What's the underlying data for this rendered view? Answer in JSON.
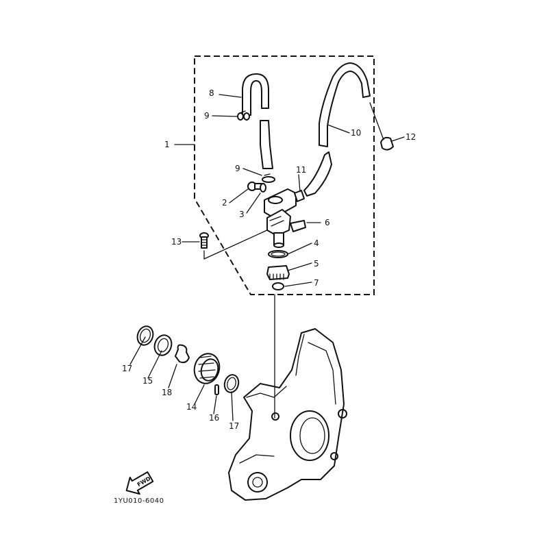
{
  "diagram_code": "1YU010-6040",
  "fwd_label": "FWD",
  "callouts": [
    "1",
    "2",
    "3",
    "4",
    "5",
    "6",
    "7",
    "8",
    "9",
    "9",
    "10",
    "11",
    "12",
    "13",
    "14",
    "15",
    "16",
    "17",
    "17",
    "18"
  ]
}
